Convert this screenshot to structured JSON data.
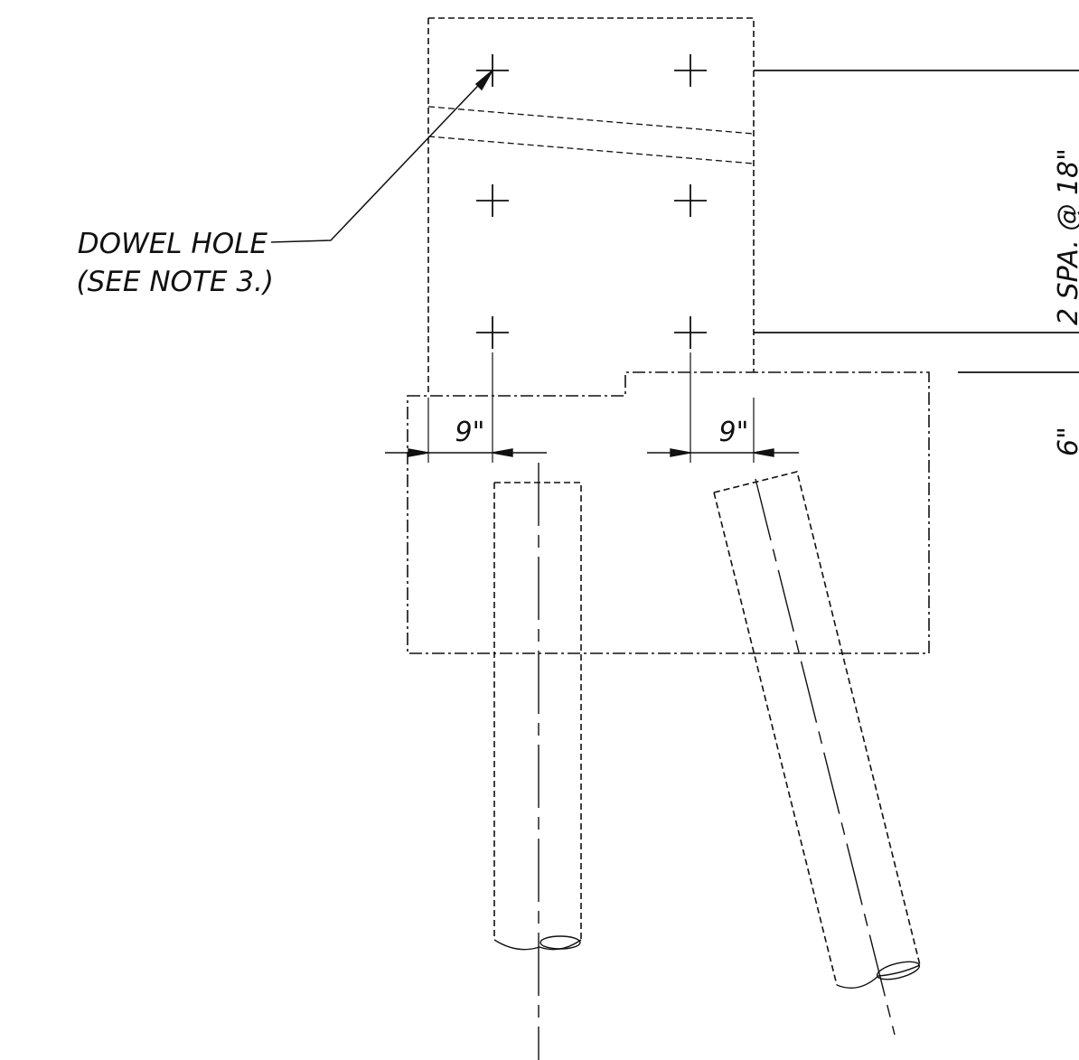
{
  "drawing": {
    "ink_color": "#111111",
    "background": "#ffffff",
    "callout": {
      "line1": "DOWEL HOLE",
      "line2": "(SEE NOTE 3.)"
    },
    "dimensions": {
      "left_offset": "9\"",
      "right_offset": "9\""
    },
    "edge_labels": {
      "spacing_fragment": "2 SPA. @ 18\"",
      "lower_fragment": "6\""
    }
  }
}
